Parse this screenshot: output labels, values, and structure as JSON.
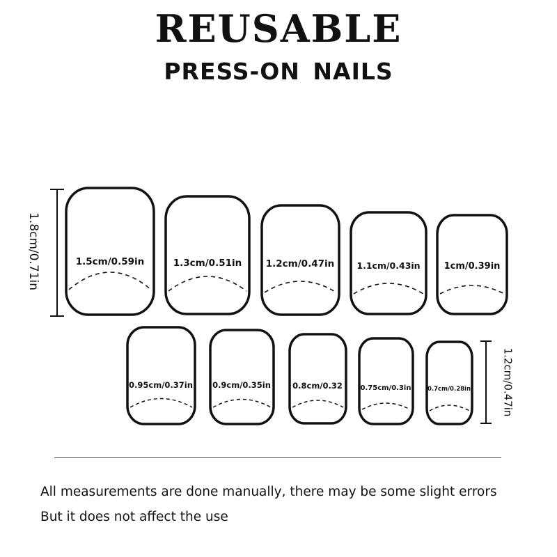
{
  "header": {
    "title": "REUSABLE",
    "subtitle": "PRESS-ON NAILS"
  },
  "dimensions": {
    "row1_height_label": "1.8cm/0.71in",
    "row2_height_label": "1.2cm/0.47in"
  },
  "nails": {
    "row1": [
      {
        "label": "1.5cm/0.59in"
      },
      {
        "label": "1.3cm/0.51in"
      },
      {
        "label": "1.2cm/0.47in"
      },
      {
        "label": "1.1cm/0.43in"
      },
      {
        "label": "1cm/0.39in"
      }
    ],
    "row2": [
      {
        "label": "0.95cm/0.37in"
      },
      {
        "label": "0.9cm/0.35in"
      },
      {
        "label": "0.8cm/0.32"
      },
      {
        "label": "0.75cm/0.3in"
      },
      {
        "label": "0.7cm/0.28in"
      }
    ]
  },
  "footer": {
    "note_line1": "All measurements are done manually, there may be some slight errors",
    "note_line2": "But it does not affect the use"
  },
  "colors": {
    "outline": "#111111",
    "background": "#ffffff"
  }
}
